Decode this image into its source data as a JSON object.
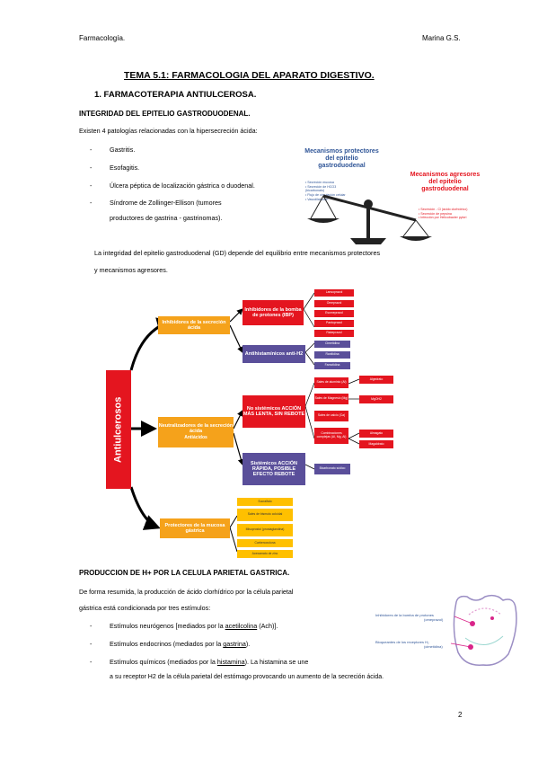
{
  "header": {
    "left": "Farmacología.",
    "right": "Marina G.S."
  },
  "title": "TEMA 5.1: FARMACOLOGIA DEL APARATO DIGESTIVO.",
  "section1": "1.   FARMACOTERAPIA ANTIULCEROSA.",
  "sub1": "INTEGRIDAD DEL EPITELIO GASTRODUODENAL.",
  "intro": "Existen 4 patologías relacionadas con la hipersecreción ácida:",
  "pathologies": [
    "Gastritis.",
    "Esofagitis.",
    "Úlcera péptica de localización gástrica o duodenal.",
    "Síndrome    de    Zollinger-Ellison    (tumores",
    "productores de gastrina - gastrinomas)."
  ],
  "balance": {
    "protective_title_1": "Mecanismos protectores",
    "protective_title_2": "del epitelio",
    "protective_title_3": "gastroduodenal",
    "protective_items": [
      "Secreción mucosa",
      "Secreción de HCO3 (bicarbonato)",
      "Flujo de circulación celular",
      "Vasodilatación"
    ],
    "aggressive_title_1": "Mecanismos agresores",
    "aggressive_title_2": "del epitelio",
    "aggressive_title_3": "gastroduodenal",
    "aggressive_items": [
      "Secreción - Cl (ácido clorhídrico)",
      "Secreción de pepsina",
      "Infección por Helicobacter pylori"
    ]
  },
  "integrity_1": "La integridad del epitelio gastroduodenal (GD) depende del equilibrio entre mecanismos protectores",
  "integrity_2": "y mecanismos agresores.",
  "diagram": {
    "root": "Antiulcerosos",
    "inhibitors": "Inhibidores de la secreción ácida",
    "ibp": "Inhibidores de la bomba de protones (IBP)",
    "ibp_drugs": [
      "Lansoprazol",
      "Omeprazol",
      "Esomeprazol",
      "Pantoprazol",
      "Rabeprazol"
    ],
    "h2": "Antihistamínicos anti-H2",
    "h2_drugs": [
      "Cimetidina",
      "Ranitidina",
      "Famotidina"
    ],
    "neutralizers": "Neutralizadores de la secreción ácida",
    "antacids": "Antiácidos",
    "nonsystemic": "No sistémicos ACCIÓN MÁS LENTA, SIN REBOTE",
    "salts": [
      "Sales de aluminio (Al)",
      "Sales de Magnesio (Mg)",
      "Sales de calcio (Ca)",
      "Combinaciones complejas (Al, Mg, Al)"
    ],
    "salt_examples": [
      "Algedrato",
      "MgOH2",
      "",
      "Almagato",
      "Magaldrato"
    ],
    "systemic": "Sistémicos ACCIÓN RÁPIDA, POSIBLE EFECTO REBOTE",
    "systemic_drug": "Bicarbonato sódico",
    "protectors": "Protectores de la mucosa gástrica",
    "protector_drugs": [
      "Sucralfato",
      "Sales de bismuto coloidal",
      "Misoprostol (prostaglandina)",
      "Carbenoxolona",
      "Acexamato de zinc"
    ]
  },
  "sub2": "PRODUCCION DE H+ POR LA CELULA PARIETAL GASTRICA.",
  "prod_1": "De  forma  resumida,  la  producción  de  ácido  clorhídrico  por  la  célula  parietal",
  "prod_2": "gástrica está condicionada por tres estímulos:",
  "stimuli": {
    "s1_a": "Estímulos neurógenos [mediados por la ",
    "s1_b": "acetilcolina",
    "s1_c": " (Ach)].",
    "s2_a": "Estímulos endocrinos (mediados por la ",
    "s2_b": "gastrina",
    "s2_c": ").",
    "s3_a": "Estímulos químicos (mediados por la ",
    "s3_b": "histamina",
    "s3_c": "). La histamina se une",
    "s3_d": "a su receptor H2 de la célula parietal del estómago provocando un aumento de la secreción ácida."
  },
  "cell_labels": {
    "l1": "Inhibidores de la bomba de protones",
    "l1b": "(omeprazol)",
    "l2": "Bloqueantes de los receptores H₂",
    "l2b": "(cimetidina)"
  },
  "page_number": "2",
  "colors": {
    "orange": "#f5a21b",
    "red": "#e4151f",
    "purple": "#5a4f9a",
    "yellow": "#ffc000",
    "blue": "#2f5597"
  }
}
